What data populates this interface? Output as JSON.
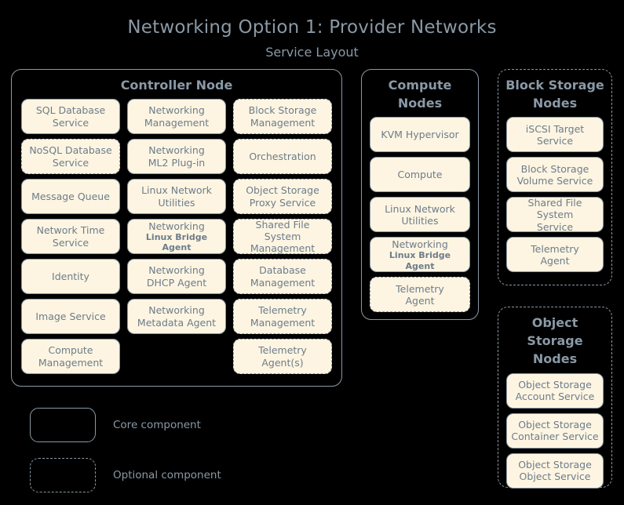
{
  "header": {
    "title": "Networking Option 1: Provider Networks",
    "subtitle": "Service Layout"
  },
  "theme": {
    "background": "#000000",
    "accent_text": "#8a99a6",
    "component_fill": "#fdf5e2",
    "component_text": "#6d7c8a",
    "border": "#8a99a6"
  },
  "nodes": {
    "controller": {
      "title": "Controller Node",
      "optional": false,
      "columns": [
        {
          "items": [
            {
              "label": "SQL Database Service",
              "line1": "SQL Database",
              "line2": "Service",
              "optional": false
            },
            {
              "label": "NoSQL Database Service",
              "line1": "NoSQL Database",
              "line2": "Service",
              "optional": true
            },
            {
              "label": "Message Queue",
              "line1": "Message Queue",
              "line2": "",
              "optional": false
            },
            {
              "label": "Network Time Service",
              "line1": "Network Time",
              "line2": "Service",
              "optional": false
            },
            {
              "label": "Identity",
              "line1": "Identity",
              "line2": "",
              "optional": false
            },
            {
              "label": "Image Service",
              "line1": "Image Service",
              "line2": "",
              "optional": false
            },
            {
              "label": "Compute Management",
              "line1": "Compute",
              "line2": "Management",
              "optional": false
            }
          ]
        },
        {
          "items": [
            {
              "label": "Networking Management",
              "line1": "Networking",
              "line2": "Management",
              "optional": false
            },
            {
              "label": "Networking ML2 Plug-in",
              "line1": "Networking",
              "line2": "ML2 Plug-in",
              "optional": false
            },
            {
              "label": "Linux Network Utilities",
              "line1": "Linux Network",
              "line2": "Utilities",
              "optional": false
            },
            {
              "label": "Networking Linux Bridge Agent",
              "line1": "Networking",
              "line2": "Linux Bridge Agent",
              "line2_small": true,
              "optional": false
            },
            {
              "label": "Networking DHCP Agent",
              "line1": "Networking",
              "line2": "DHCP Agent",
              "optional": false
            },
            {
              "label": "Networking Metadata Agent",
              "line1": "Networking",
              "line2": "Metadata Agent",
              "optional": false
            },
            {
              "label": "",
              "line1": "",
              "line2": "",
              "empty": true
            }
          ]
        },
        {
          "items": [
            {
              "label": "Block Storage Management",
              "line1": "Block Storage",
              "line2": "Management",
              "optional": true
            },
            {
              "label": "Orchestration",
              "line1": "Orchestration",
              "line2": "",
              "optional": true
            },
            {
              "label": "Object Storage Proxy Service",
              "line1": "Object Storage",
              "line2": "Proxy Service",
              "optional": true
            },
            {
              "label": "Shared File System Management",
              "line1": "Shared File System",
              "line2": "Management",
              "optional": true
            },
            {
              "label": "Database Management",
              "line1": "Database",
              "line2": "Management",
              "optional": true
            },
            {
              "label": "Telemetry Management",
              "line1": "Telemetry",
              "line2": "Management",
              "optional": true
            },
            {
              "label": "Telemetry Agent(s)",
              "line1": "Telemetry",
              "line2": "Agent(s)",
              "optional": true
            }
          ]
        }
      ]
    },
    "compute": {
      "title": "Compute Nodes",
      "title_line1": "Compute",
      "title_line2": "Nodes",
      "optional": false,
      "items": [
        {
          "label": "KVM Hypervisor",
          "line1": "KVM Hypervisor",
          "line2": "",
          "optional": false
        },
        {
          "label": "Compute",
          "line1": "Compute",
          "line2": "",
          "optional": false
        },
        {
          "label": "Linux Network Utilities",
          "line1": "Linux Network",
          "line2": "Utilities",
          "optional": false
        },
        {
          "label": "Networking Linux Bridge Agent",
          "line1": "Networking",
          "line2": "Linux Bridge Agent",
          "line2_small": true,
          "optional": false
        },
        {
          "label": "Telemetry Agent",
          "line1": "Telemetry",
          "line2": "Agent",
          "optional": true
        }
      ]
    },
    "block_storage": {
      "title": "Block Storage Nodes",
      "title_line1": "Block Storage",
      "title_line2": "Nodes",
      "optional": true,
      "items": [
        {
          "label": "iSCSI Target Service",
          "line1": "iSCSI Target",
          "line2": "Service",
          "optional": false
        },
        {
          "label": "Block Storage Volume Service",
          "line1": "Block Storage",
          "line2": "Volume Service",
          "optional": false
        },
        {
          "label": "Shared File System Service",
          "line1": "Shared File System",
          "line2": "Service",
          "optional": false
        },
        {
          "label": "Telemetry Agent",
          "line1": "Telemetry",
          "line2": "Agent",
          "optional": false
        }
      ]
    },
    "object_storage": {
      "title": "Object Storage Nodes",
      "title_line1": "Object",
      "title_line2": "Storage Nodes",
      "optional": true,
      "items": [
        {
          "label": "Object Storage Account Service",
          "line1": "Object Storage",
          "line2": "Account Service",
          "optional": false
        },
        {
          "label": "Object Storage Container Service",
          "line1": "Object Storage",
          "line2": "Container Service",
          "optional": false
        },
        {
          "label": "Object Storage Object Service",
          "line1": "Object Storage",
          "line2": "Object Service",
          "optional": false
        }
      ]
    }
  },
  "legend": [
    {
      "label": "Core component",
      "style": "solid"
    },
    {
      "label": "Optional component",
      "style": "dashed"
    }
  ]
}
